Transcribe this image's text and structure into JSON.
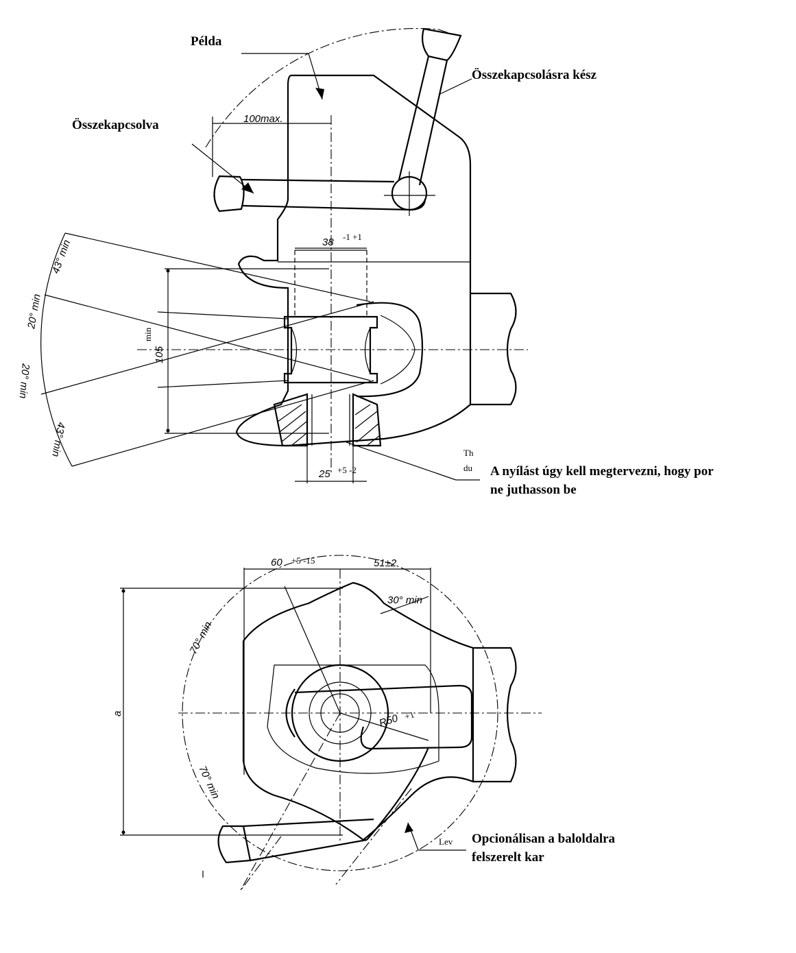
{
  "labels": {
    "pelda": "Példa",
    "kesz": "Összekapcsolásra kész",
    "osszekapcsolva": "Összekapcsolva",
    "nyilas_line1": "A nyílást úgy kell megtervezni, hogy por",
    "nyilas_line2": "ne juthasson be",
    "opcionalis_line1": "Opcionálisan a baloldalra",
    "opcionalis_line2": "felszerelt kar",
    "remnant_th": "Th",
    "remnant_du": "du",
    "remnant_lev": "Lev"
  },
  "dimensions": {
    "d100": "100max.",
    "d38": "38",
    "d38_tol": "-1 +1",
    "d105": "105",
    "d105_tol": "min",
    "d25": "25",
    "d25_tol": "+5 -2",
    "a43_top": "43° min",
    "a20_top": "20° min",
    "a20_bot": "20° min",
    "a43_bot": "43° min",
    "d60": "60",
    "d60_tol": "+5 -15",
    "d51": "51±2",
    "a30": "30° min",
    "a70_top": "70° min",
    "a70_bot": "70° min",
    "r50": "R50",
    "r50_tol": "+1",
    "dim_a": "a"
  }
}
